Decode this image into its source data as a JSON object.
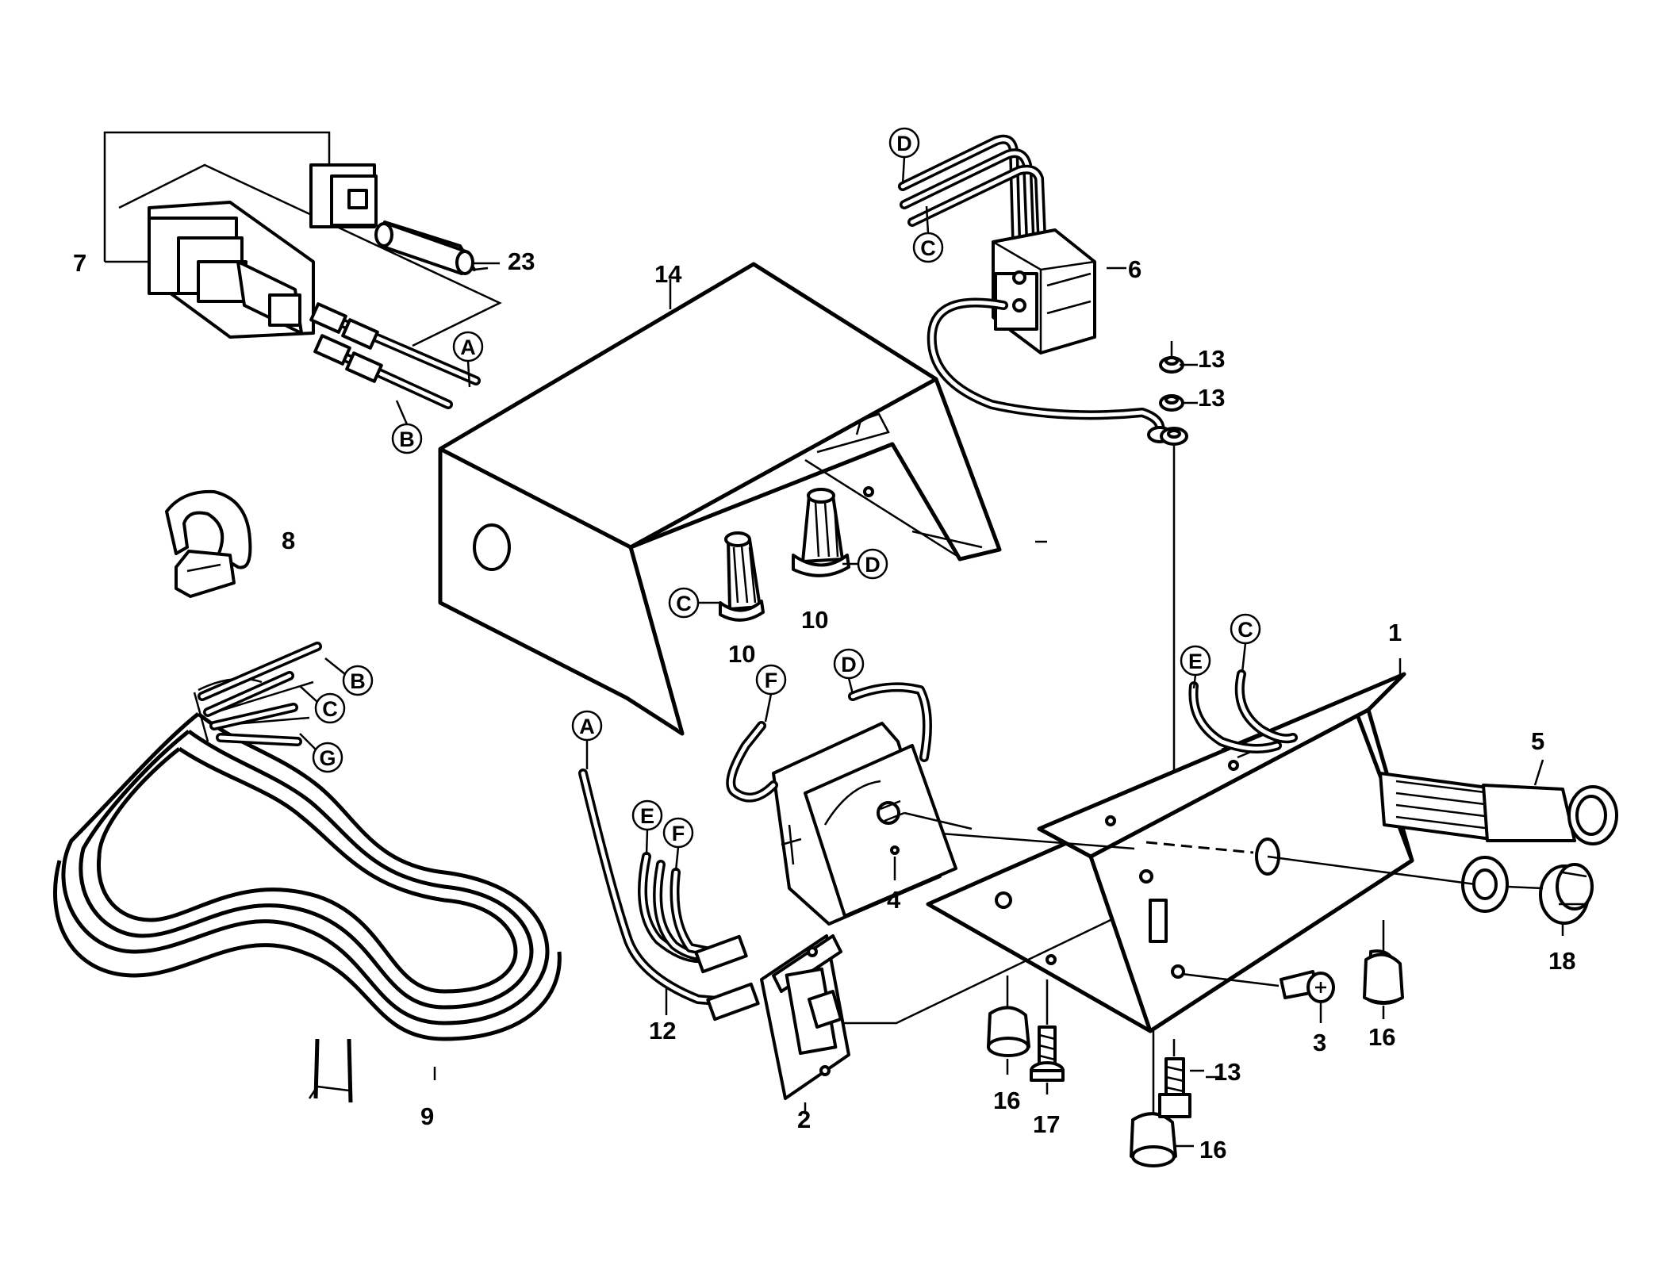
{
  "labels": {
    "p1": "1",
    "p2": "2",
    "p3": "3",
    "p4": "4",
    "p5": "5",
    "p6": "6",
    "p7": "7",
    "p8": "8",
    "p9": "9",
    "p10a": "10",
    "p10b": "10",
    "p12": "12",
    "p13a": "13",
    "p13b": "13",
    "p13c": "13",
    "p14": "14",
    "p16a": "16",
    "p16b": "16",
    "p16c": "16",
    "p17": "17",
    "p18": "18",
    "p23": "23"
  },
  "wire_letters": {
    "w1": "A",
    "w2": "B",
    "w3": "D",
    "w4": "C",
    "w5": "C",
    "w6": "D",
    "w7": "B",
    "w8": "C",
    "w9": "G",
    "w10": "A",
    "w11": "F",
    "w12": "D",
    "w13": "E",
    "w14": "C",
    "w15": "E",
    "w16": "F"
  }
}
